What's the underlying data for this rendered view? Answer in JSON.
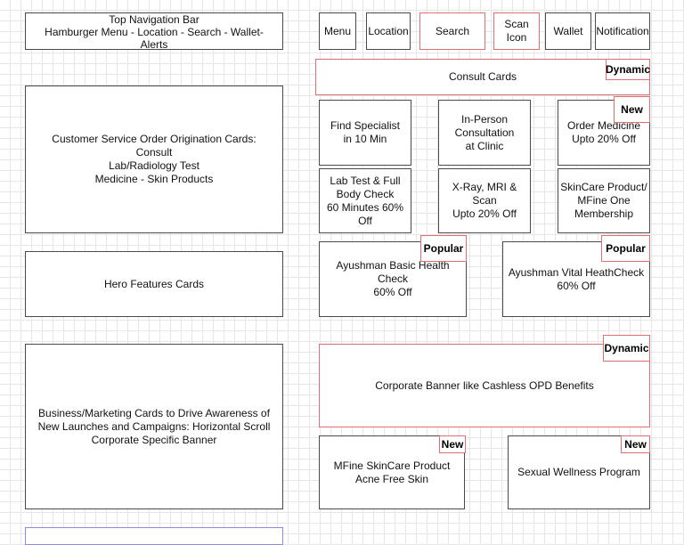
{
  "left": {
    "top_nav": "Top Navigation Bar\nHamburger Menu - Location - Search - Wallet-Alerts",
    "order_cards": "Customer Service Order Origination Cards:\nConsult\nLab/Radiology Test\nMedicine - Skin Products",
    "hero_cards": "Hero Features Cards",
    "marketing_cards": "Business/Marketing Cards to Drive Awareness of New Launches and Campaigns: Horizontal Scroll\nCorporate Specific Banner"
  },
  "nav": {
    "menu": "Menu",
    "location": "Location",
    "search": "Search",
    "scan": "Scan\nIcon",
    "wallet": "Wallet",
    "notification": "Notification"
  },
  "consult": {
    "label": "Consult Cards",
    "badge": "Dynamic"
  },
  "cards": {
    "find_specialist": "Find Specialist\nin 10 Min",
    "in_person": "In-Person\nConsultation\nat Clinic",
    "order_medicine": "Order Medicine\nUpto 20% Off",
    "order_medicine_badge": "New",
    "lab_test": "Lab Test & Full\nBody Check\n60 Minutes 60%\nOff",
    "xray": "X-Ray, MRI &\nScan\nUpto 20% Off",
    "skincare": "SkinCare Product/\nMFine One\nMembership"
  },
  "hero": {
    "basic": "Ayushman Basic Health\nCheck\n60% Off",
    "basic_badge": "Popular",
    "vital": "Ayushman Vital HeathCheck\n60% Off",
    "vital_badge": "Popular"
  },
  "marketing": {
    "corporate": "Corporate Banner like Cashless OPD Benefits",
    "corporate_badge": "Dynamic",
    "skincare": "MFine SkinCare Product\nAcne Free Skin",
    "skincare_badge": "New",
    "wellness": "Sexual Wellness Program",
    "wellness_badge": "New"
  },
  "colors": {
    "box_border": "#4a4a4a",
    "highlight_border": "#e07070",
    "grid": "#e6e6e6",
    "partial_box_border": "#8a8ae0"
  }
}
